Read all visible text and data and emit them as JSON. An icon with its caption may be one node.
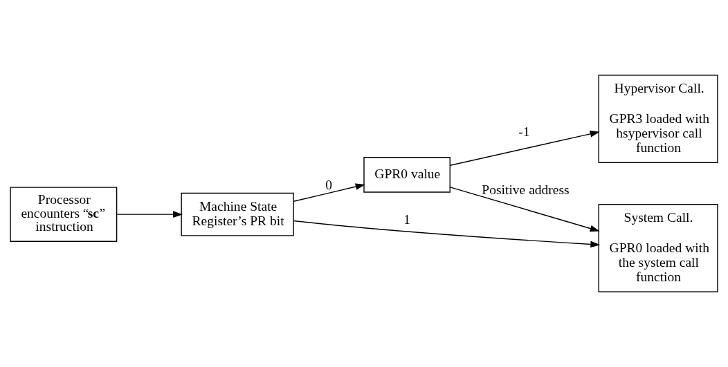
{
  "diagram": {
    "nodes": [
      {
        "text": [
          "Processor encounters “**sc**” instruction"
        ]
      },
      {
        "text": [
          "Machine State Register’s PR bit"
        ]
      },
      {
        "text": [
          "GPR0 value"
        ]
      },
      {
        "text": [
          "Hypervisor Call.",
          "GPR3 loaded with hsypervisor call function"
        ]
      },
      {
        "text": [
          "System Call.",
          "GPR0 loaded with the system call function"
        ]
      }
    ],
    "edges": [
      {
        "from": 0,
        "to": 1,
        "arrow": "to"
      },
      {
        "from": 1,
        "to": 2,
        "arrow": "to",
        "label": "0"
      },
      {
        "from": 2,
        "to": 3,
        "arrow": "to",
        "label": "-1"
      },
      {
        "from": 2,
        "to": 4,
        "arrow": "to",
        "label": "Positive address"
      },
      {
        "from": 1,
        "to": 4,
        "arrow": "to",
        "label": "1"
      }
    ]
  }
}
